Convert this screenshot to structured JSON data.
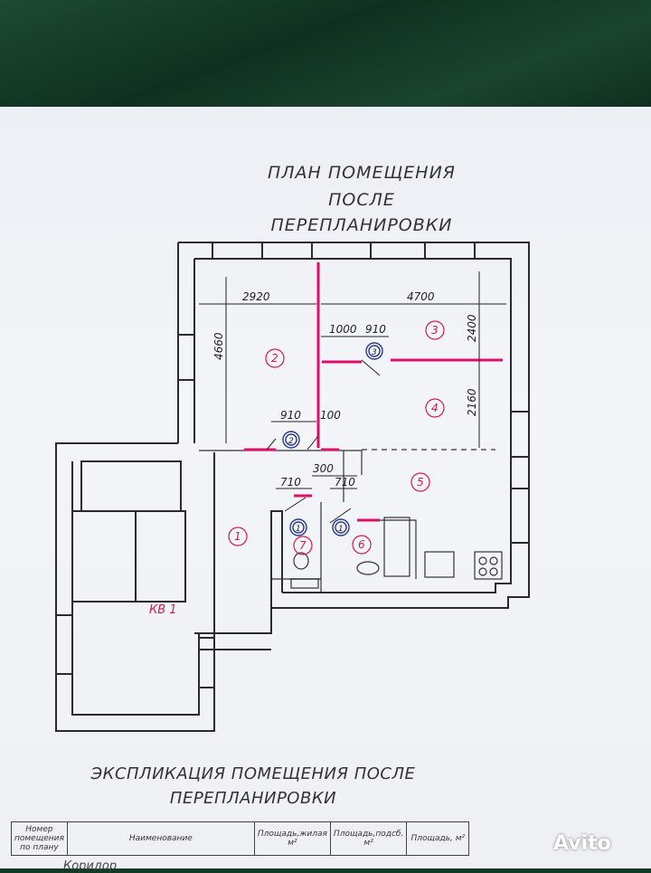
{
  "plan_title": [
    "ПЛАН ПОМЕЩЕНИЯ",
    "ПОСЛЕ",
    "ПЕРЕПЛАНИРОВКИ"
  ],
  "dimensions": {
    "d2920": "2920",
    "d4700": "4700",
    "d4660": "4660",
    "d1000": "1000",
    "d910a": "910",
    "d2400": "2400",
    "d2160": "2160",
    "d910b": "910",
    "d100": "100",
    "d300": "300",
    "d710a": "710",
    "d710b": "710"
  },
  "room_numbers": {
    "r1": "1",
    "r2": "2",
    "r3": "3",
    "r4": "4",
    "r5": "5",
    "r6": "6",
    "r7": "7",
    "c1": "1",
    "c2": "2",
    "c3": "3",
    "c1b": "1"
  },
  "apartment_label": "КВ 1",
  "explication_title": [
    "ЭКСПЛИКАЦИЯ ПОМЕЩЕНИЯ ПОСЛЕ",
    "ПЕРЕПЛАНИРОВКИ"
  ],
  "table_header": {
    "number": "Номер помещения по плану",
    "name": "Наименование",
    "area_living": "Площадь,жилая м²",
    "area_aux": "Площадь,подсб. м²",
    "area_total": "Площадь, м²"
  },
  "first_row_fragment": "Коридор",
  "watermark": "Avito",
  "colors": {
    "accent": "#e0106a",
    "room_number": "#d11b4b",
    "wall": "#2b2b2b"
  }
}
